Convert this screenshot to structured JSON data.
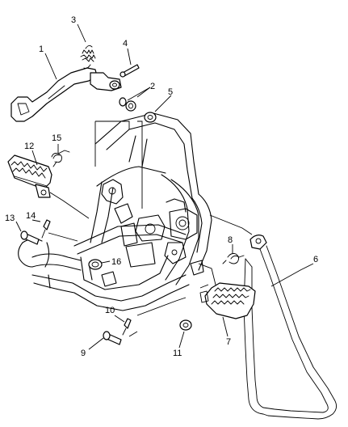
{
  "diagram": {
    "callouts": [
      {
        "id": "1",
        "text": "1"
      },
      {
        "id": "2",
        "text": "2"
      },
      {
        "id": "3",
        "text": "3"
      },
      {
        "id": "4",
        "text": "4"
      },
      {
        "id": "5",
        "text": "5"
      },
      {
        "id": "6",
        "text": "6"
      },
      {
        "id": "7",
        "text": "7"
      },
      {
        "id": "8",
        "text": "8"
      },
      {
        "id": "9",
        "text": "9"
      },
      {
        "id": "10",
        "text": "10"
      },
      {
        "id": "11",
        "text": "11"
      },
      {
        "id": "12",
        "text": "12"
      },
      {
        "id": "13",
        "text": "13"
      },
      {
        "id": "14",
        "text": "14"
      },
      {
        "id": "15",
        "text": "15"
      },
      {
        "id": "16",
        "text": "16"
      }
    ],
    "parts": [
      {
        "ref": "1",
        "icon": "brake-pedal-icon"
      },
      {
        "ref": "2",
        "icon": "washer-pair-icon"
      },
      {
        "ref": "3",
        "icon": "spring-icon"
      },
      {
        "ref": "4",
        "icon": "cotter-pin-icon"
      },
      {
        "ref": "5",
        "icon": "washer-icon"
      },
      {
        "ref": "6",
        "icon": "sidestand-icon"
      },
      {
        "ref": "7",
        "icon": "footrest-icon"
      },
      {
        "ref": "8",
        "icon": "torsion-spring-icon"
      },
      {
        "ref": "9",
        "icon": "pin-icon"
      },
      {
        "ref": "10",
        "icon": "cotter-pin-icon"
      },
      {
        "ref": "11",
        "icon": "washer-icon"
      },
      {
        "ref": "12",
        "icon": "footrest-icon"
      },
      {
        "ref": "13",
        "icon": "pin-icon"
      },
      {
        "ref": "14",
        "icon": "cotter-pin-icon"
      },
      {
        "ref": "15",
        "icon": "torsion-spring-icon"
      },
      {
        "ref": "16",
        "icon": "bolt-icon"
      }
    ]
  }
}
